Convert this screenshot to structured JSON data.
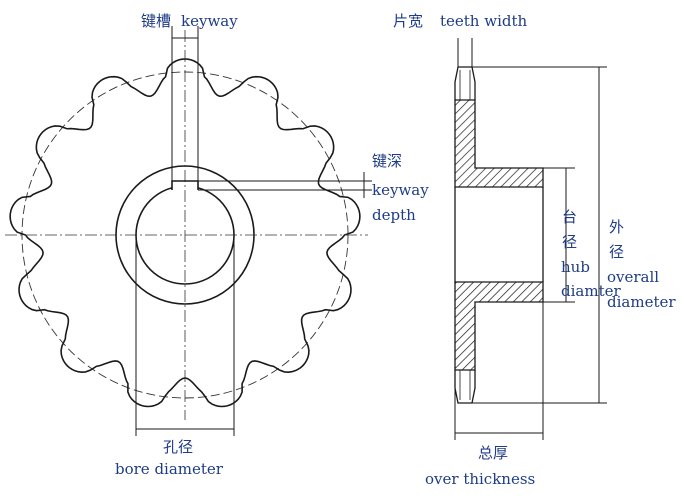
{
  "labels": {
    "keyway_cn": "键槽",
    "keyway_en": "keyway",
    "teeth_width_cn": "片宽",
    "teeth_width_en": "teeth width",
    "keyway_depth_cn": "键深",
    "keyway_depth_en1": "keyway",
    "keyway_depth_en2": "depth",
    "hub_cn1": "台",
    "hub_cn2": "径",
    "hub_en1": "hub",
    "hub_en2": "diamter",
    "overall_cn1": "外",
    "overall_cn2": "径",
    "overall_en1": "overall",
    "overall_en2": "diameter",
    "bore_cn": "孔径",
    "bore_en": "bore diameter",
    "thickness_cn": "总厚",
    "thickness_en": "over thickness"
  },
  "colors": {
    "label": "#1f3c88",
    "line": "#1a1a1a"
  },
  "sprocket": {
    "teeth": 13
  }
}
